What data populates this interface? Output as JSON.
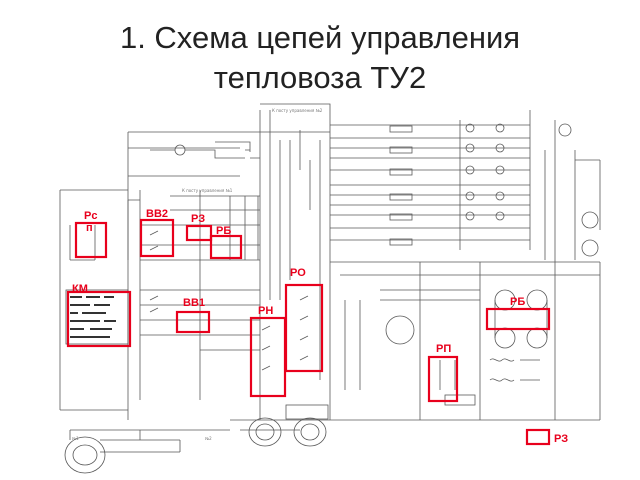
{
  "slide": {
    "title_line1": "1. Схема цепей управления",
    "title_line2": "тепловоза ТУ2"
  },
  "colors": {
    "highlight": "#e8001c",
    "schematic_ink": "#555555",
    "text": "#222222"
  },
  "labels": {
    "rs": "Рс",
    "rs_sub": "п",
    "vv2": "ВВ2",
    "rz_top": "РЗ",
    "rb_left": "РБ",
    "km": "КМ",
    "vv1": "ВВ1",
    "ro": "РО",
    "rn": "РН",
    "rb_right": "РБ",
    "rp": "РП",
    "rz_bottom": "РЗ"
  },
  "schematic_text": {
    "post2": "К посту управления №2",
    "post1": "К посту управления №1",
    "n1": "№1",
    "n2": "№2"
  }
}
